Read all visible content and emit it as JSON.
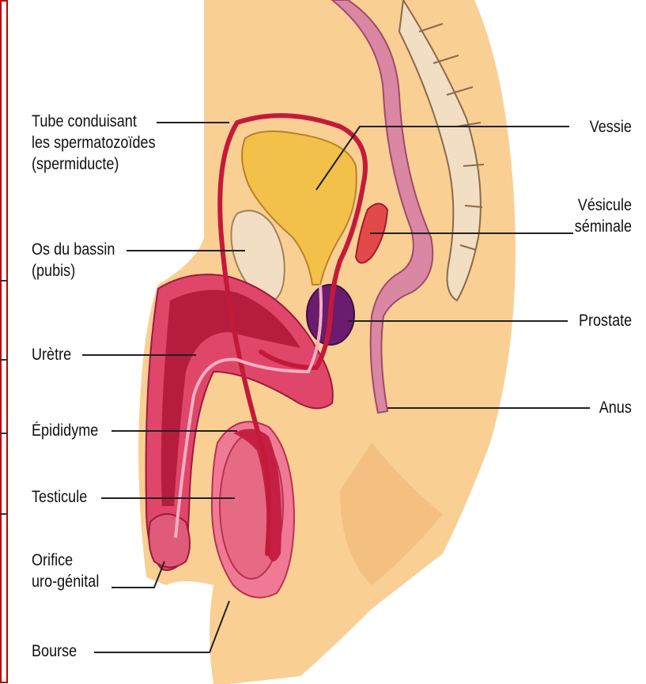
{
  "labels": {
    "spermiducte": [
      "Tube conduisant",
      "les spermatozoïdes",
      "(spermiducte)"
    ],
    "os_bassin": [
      "Os du bassin",
      "(pubis)"
    ],
    "uretre": "Urètre",
    "epididyme": "Épididyme",
    "testicule": "Testicule",
    "orifice": [
      "Orifice",
      "uro-génital"
    ],
    "bourse": "Bourse",
    "vessie": "Vessie",
    "vesicule": [
      "Vésicule",
      "séminale"
    ],
    "prostate": "Prostate",
    "anus": "Anus"
  },
  "colors": {
    "skin": "#f9cf94",
    "skin_shadow": "#efb573",
    "bladder": "#f3c04a",
    "rectum": "#d987a3",
    "spine": "#f2dec2",
    "penis": "#cf1f4a",
    "prostate": "#6a1c6e",
    "frame": "#c00000"
  }
}
